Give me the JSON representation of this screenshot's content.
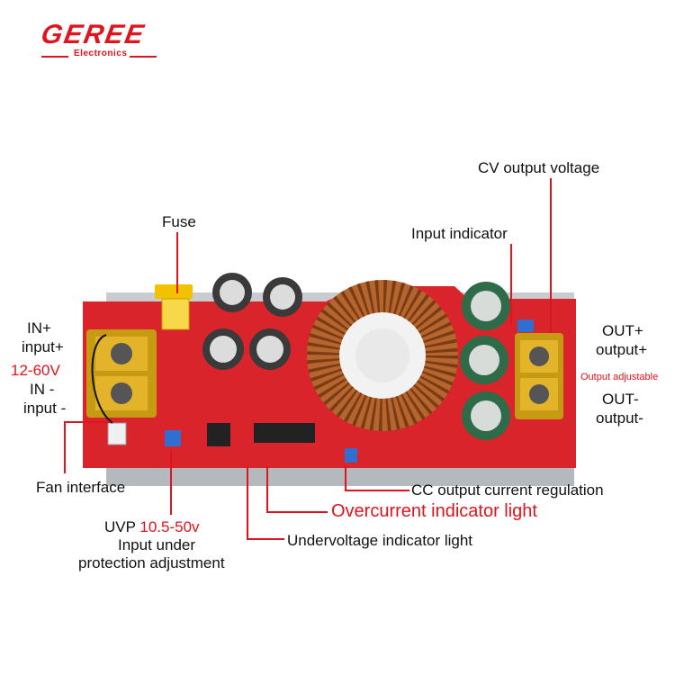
{
  "brand": {
    "name": "GEREE",
    "subtitle": "Electronics"
  },
  "labels": {
    "fuse": "Fuse",
    "cv_output_voltage": "CV output voltage",
    "input_indicator": "Input indicator",
    "in_plus": "IN+",
    "input_plus": "input+",
    "input_range": "12-60V",
    "in_minus": "IN -",
    "input_minus": "input -",
    "out_plus": "OUT+",
    "output_plus": "output+",
    "output_adjustable": "Output adjustable",
    "out_minus": "OUT-",
    "output_minus": "output-",
    "fan_interface": "Fan interface",
    "cc_regulation": "CC output current regulation",
    "overcurrent_light": "Overcurrent indicator light",
    "undervoltage_light": "Undervoltage indicator light",
    "uvp": "UVP",
    "uvp_range": "10.5-50v",
    "input_under": "Input under",
    "protection_adjustment": "protection adjustment"
  },
  "colors": {
    "accent": "#e0141c",
    "board": "#d8242a",
    "heatsink": "#c8ccd0",
    "terminal": "#c69a12",
    "coil": "#b5652d",
    "capacitor_green": "#2f6b48"
  }
}
